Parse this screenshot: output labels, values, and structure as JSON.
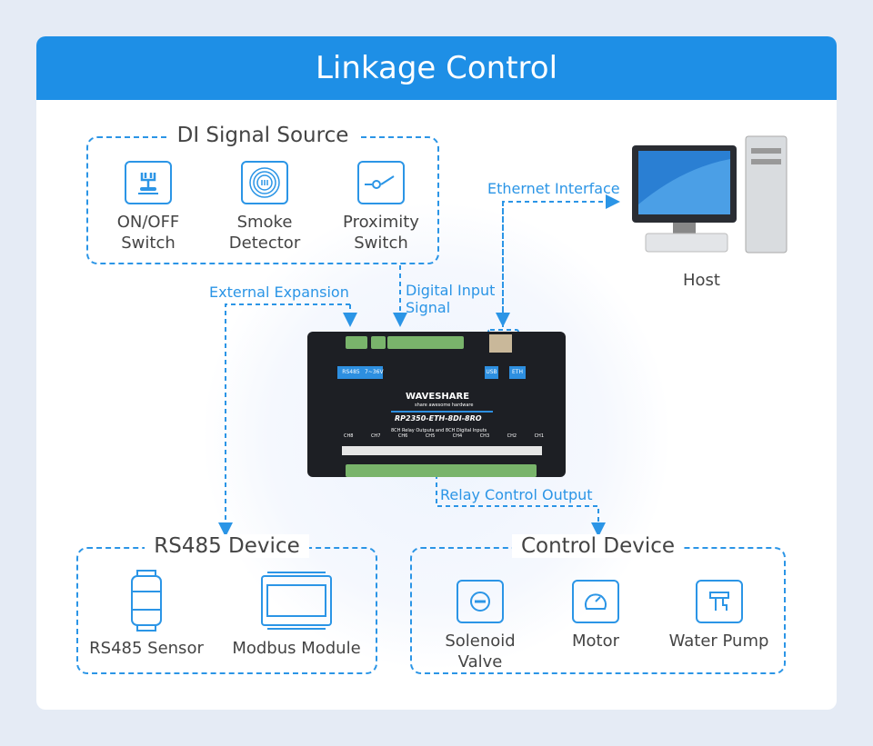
{
  "header": {
    "title": "Linkage Control"
  },
  "di_source": {
    "title": "DI Signal Source",
    "items": [
      {
        "label_line1": "ON/OFF",
        "label_line2": "Switch",
        "icon": "toggle-switch-icon"
      },
      {
        "label_line1": "Smoke",
        "label_line2": "Detector",
        "icon": "smoke-detector-icon"
      },
      {
        "label_line1": "Proximity",
        "label_line2": "Switch",
        "icon": "proximity-switch-icon"
      }
    ]
  },
  "connections": {
    "ethernet": "Ethernet Interface",
    "external": "External Expansion",
    "digital_input_line1": "Digital Input",
    "digital_input_line2": "Signal",
    "relay": "Relay Control Output"
  },
  "host": {
    "label": "Host"
  },
  "device": {
    "brand": "WAVESHARE",
    "tagline": "share awesome hardware",
    "model": "RP2350-ETH-8DI-8RO",
    "description": "8CH Relay Outputs and 8CH Digital Inputs",
    "rs485": "RS485",
    "power": "7~36V",
    "usb": "USB",
    "eth": "ETH",
    "channels": [
      "CH8",
      "CH7",
      "CH6",
      "CH5",
      "CH4",
      "CH3",
      "CH2",
      "CH1"
    ]
  },
  "rs485_device": {
    "title": "RS485 Device",
    "items": [
      {
        "label": "RS485 Sensor"
      },
      {
        "label": "Modbus Module"
      }
    ]
  },
  "control_device": {
    "title": "Control Device",
    "items": [
      {
        "label": "Solenoid Valve",
        "icon": "solenoid-valve-icon"
      },
      {
        "label": "Motor",
        "icon": "motor-icon"
      },
      {
        "label": "Water Pump",
        "icon": "water-pump-icon"
      }
    ]
  },
  "colors": {
    "accent": "#1e8fe6",
    "dashed": "#2b95e6",
    "background": "#e5ebf5"
  }
}
